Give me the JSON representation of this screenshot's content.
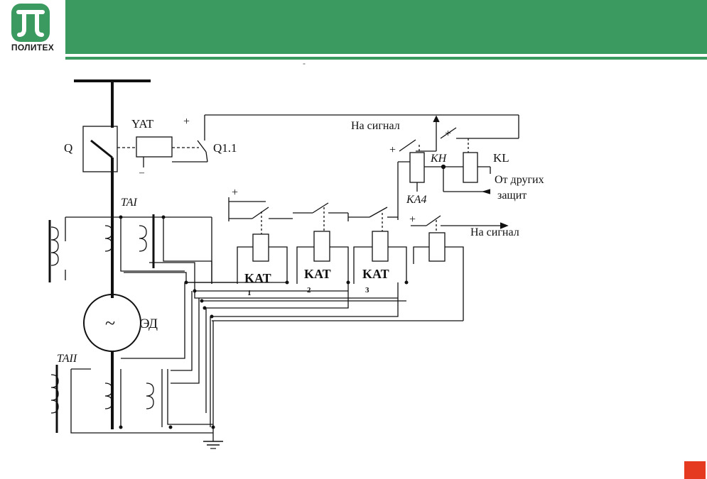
{
  "header": {
    "logo_text": "ПОЛИТЕХ",
    "title_mark": "-",
    "colors": {
      "band": "#3a9a5f",
      "accent_box": "#e53a20"
    }
  },
  "diagram": {
    "labels": {
      "yat": "YAT",
      "q": "Q",
      "q11": "Q1.1",
      "plus": "+",
      "minus": "–",
      "na_signal_top": "На сигнал",
      "kh": "KH",
      "kl": "KL",
      "ot_drugih_1": "От других",
      "ot_drugih_2": "защит",
      "ka4": "KA4",
      "tai": "TAI",
      "na_signal_bottom": "На сигнал",
      "kat1": "KAT",
      "kat2": "KAT",
      "kat3": "KAT",
      "kat1_sub": "1",
      "kat2_sub": "2",
      "kat3_sub": "3",
      "motor": "ЭД",
      "motor_symbol": "~",
      "taii": "TAII"
    }
  }
}
